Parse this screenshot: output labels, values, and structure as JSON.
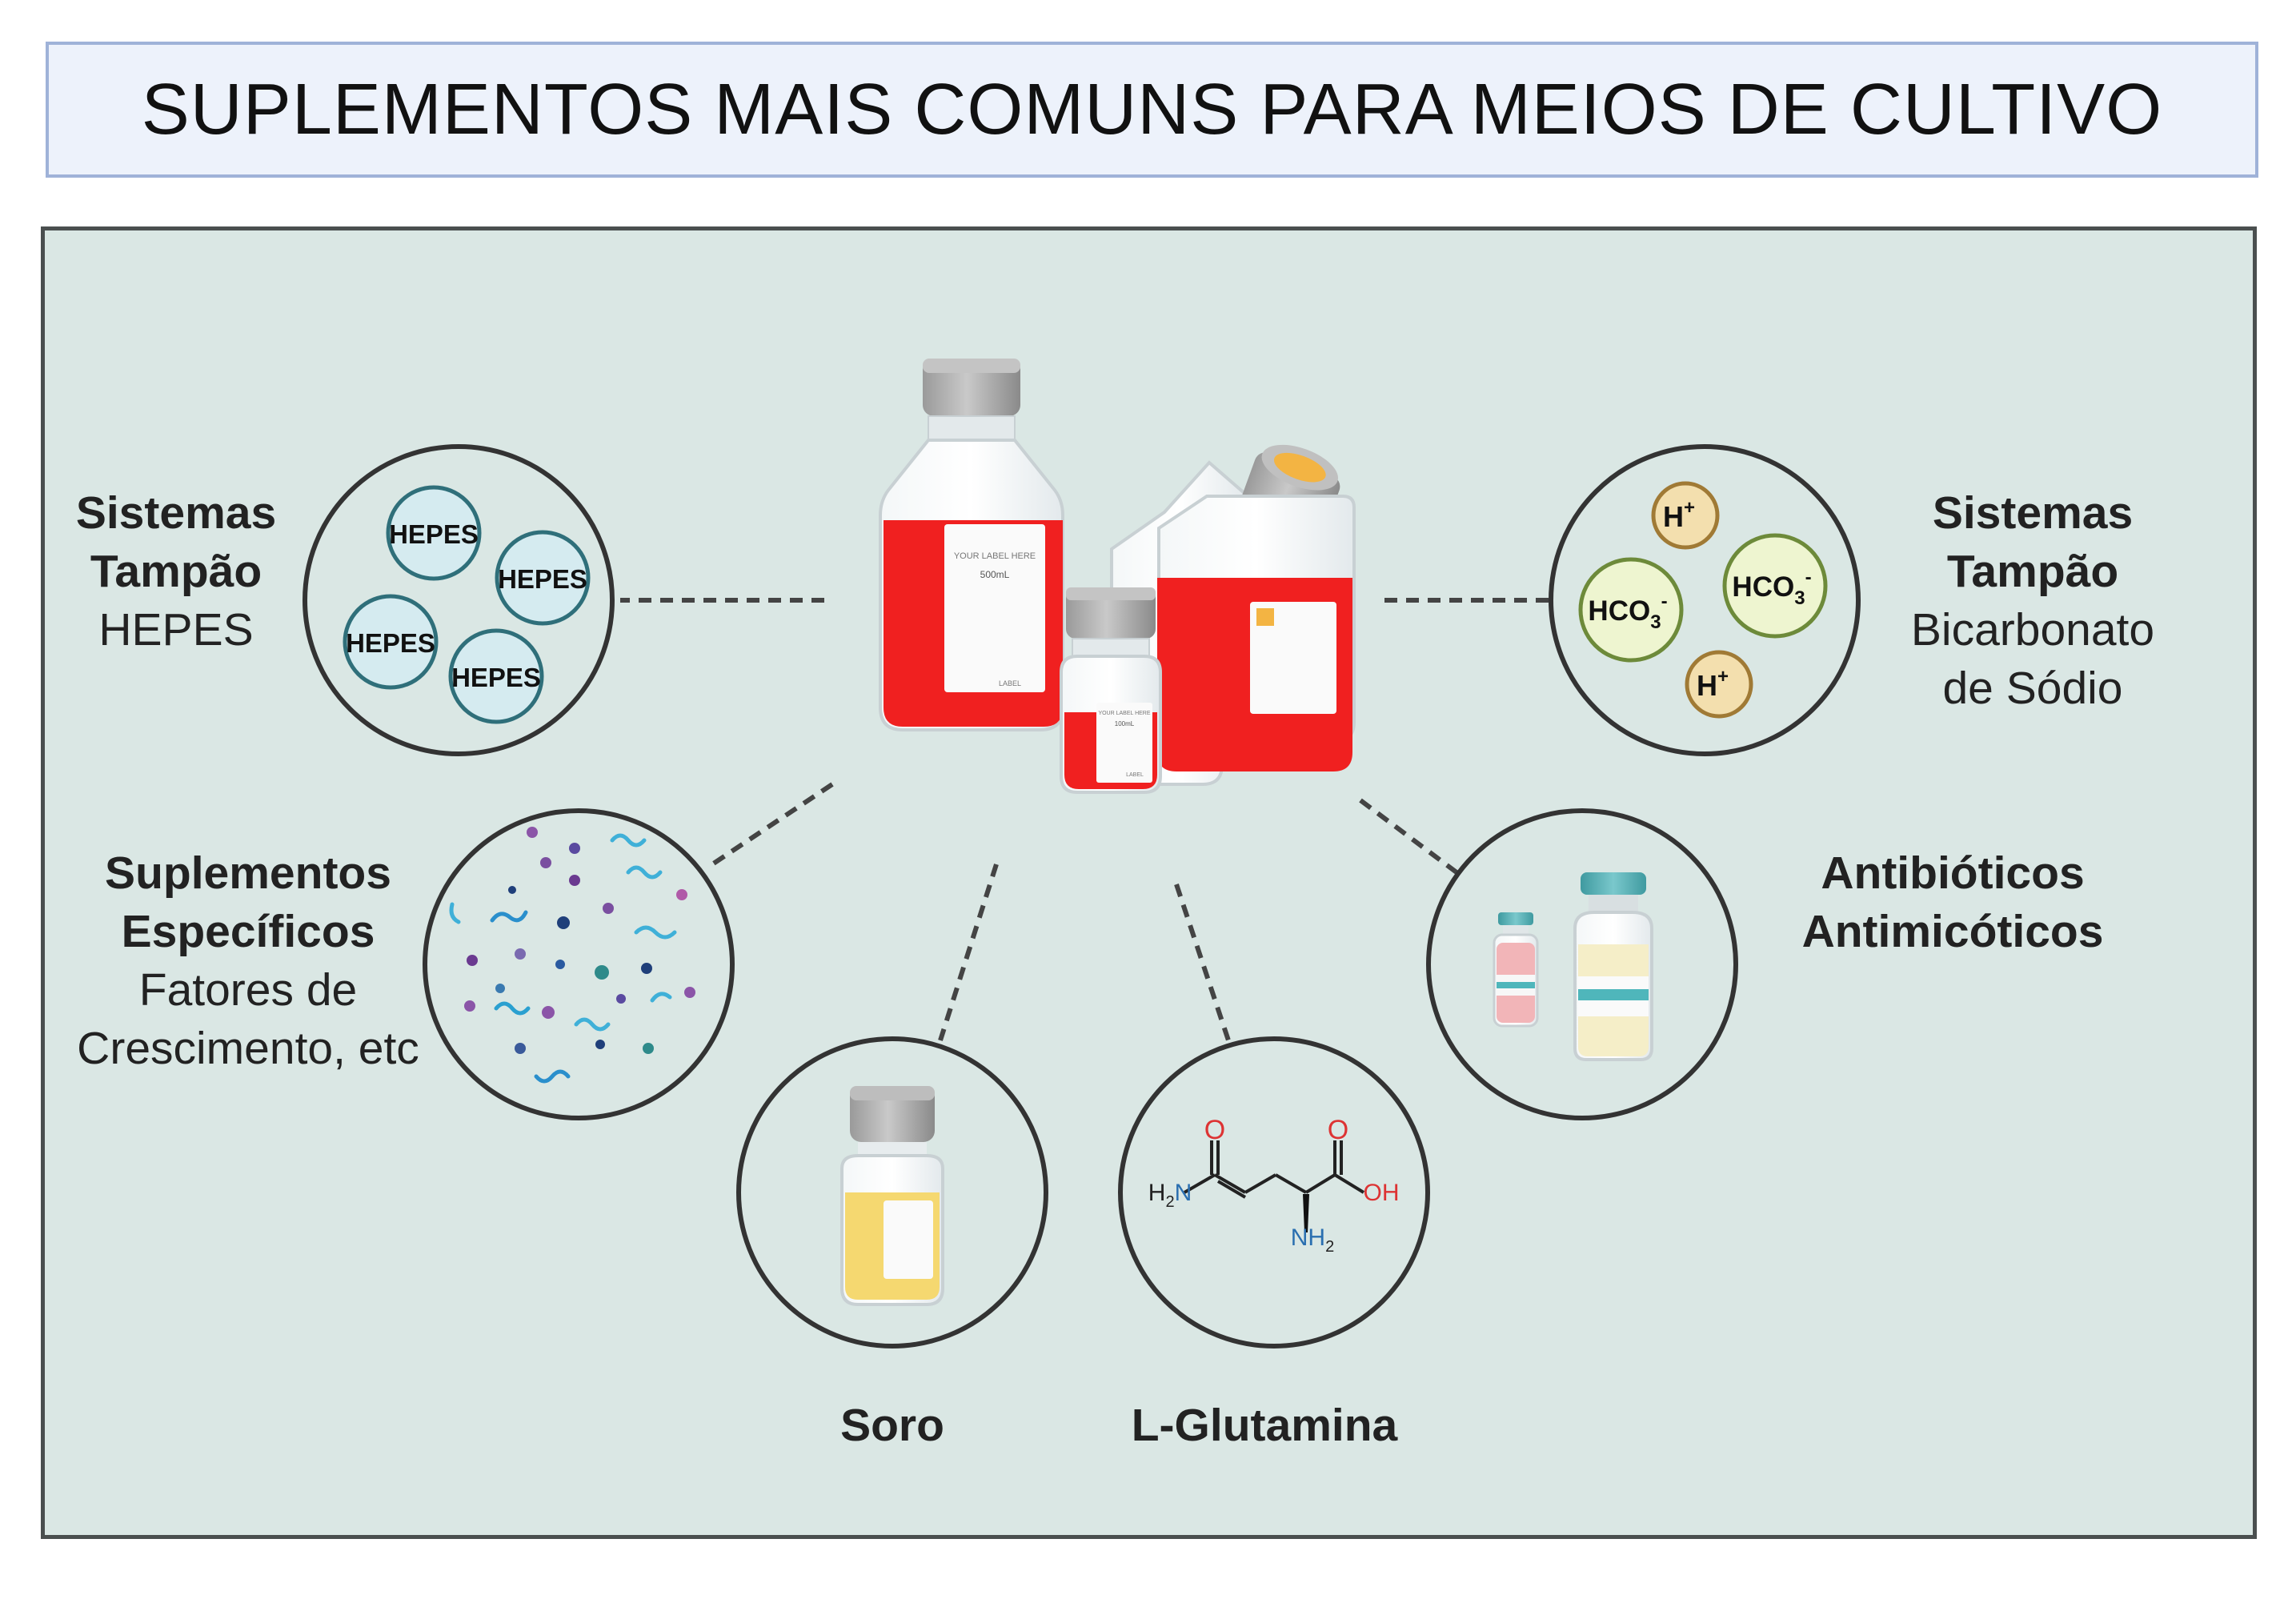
{
  "title": "SUPLEMENTOS MAIS COMUNS PARA MEIOS DE CULTIVO",
  "labels": {
    "hepes": {
      "line1": "Sistemas",
      "line2": "Tampão",
      "line3": "HEPES"
    },
    "bicarb": {
      "line1": "Sistemas",
      "line2": "Tampão",
      "line3": "Bicarbonato",
      "line4": "de Sódio"
    },
    "supl": {
      "line1": "Suplementos",
      "line2": "Específicos",
      "line3": "Fatores de",
      "line4": "Crescimento, etc"
    },
    "antibio": {
      "line1": "Antibióticos",
      "line2": "Antimicóticos"
    },
    "soro": "Soro",
    "glutamina": "L-Glutamina"
  },
  "hepes_circle": {
    "molecules": [
      "HEPES",
      "HEPES",
      "HEPES",
      "HEPES"
    ]
  },
  "bicarb_circle": {
    "h_ions": [
      "H",
      "H"
    ],
    "h_charge": "+",
    "bicarbonate": [
      "HCO",
      "HCO"
    ],
    "bicarbonate_sub": "3",
    "bicarbonate_charge": "-"
  },
  "bottles": {
    "large_label": "YOUR LABEL HERE",
    "large_volume": "500mL",
    "large_footer": "LABEL",
    "small_label": "YOUR LABEL HERE",
    "small_volume": "100mL",
    "small_footer": "LABEL"
  },
  "glutamine_structure": {
    "left_group": "H",
    "left_sub": "2",
    "left_n": "N",
    "carbonyl_o": "O",
    "hydroxyl": "OH",
    "amine": "NH",
    "amine_sub": "2"
  },
  "colors": {
    "title_border": "#9fb2d8",
    "title_bg": "#edf2fb",
    "panel_bg": "#dae7e4",
    "panel_border": "#4a4f4f",
    "media_red": "#f02020",
    "serum_yellow": "#f5d870",
    "hepes_fill": "#d5ebf0",
    "hepes_stroke": "#2f6f7a",
    "bicarb_fill": "#eef5d0",
    "bicarb_stroke": "#6d8a3a",
    "h_fill": "#f3dfae",
    "h_stroke": "#a07a35",
    "cap_gray": "#a9a9a9",
    "cap_teal": "#55b0b5"
  }
}
